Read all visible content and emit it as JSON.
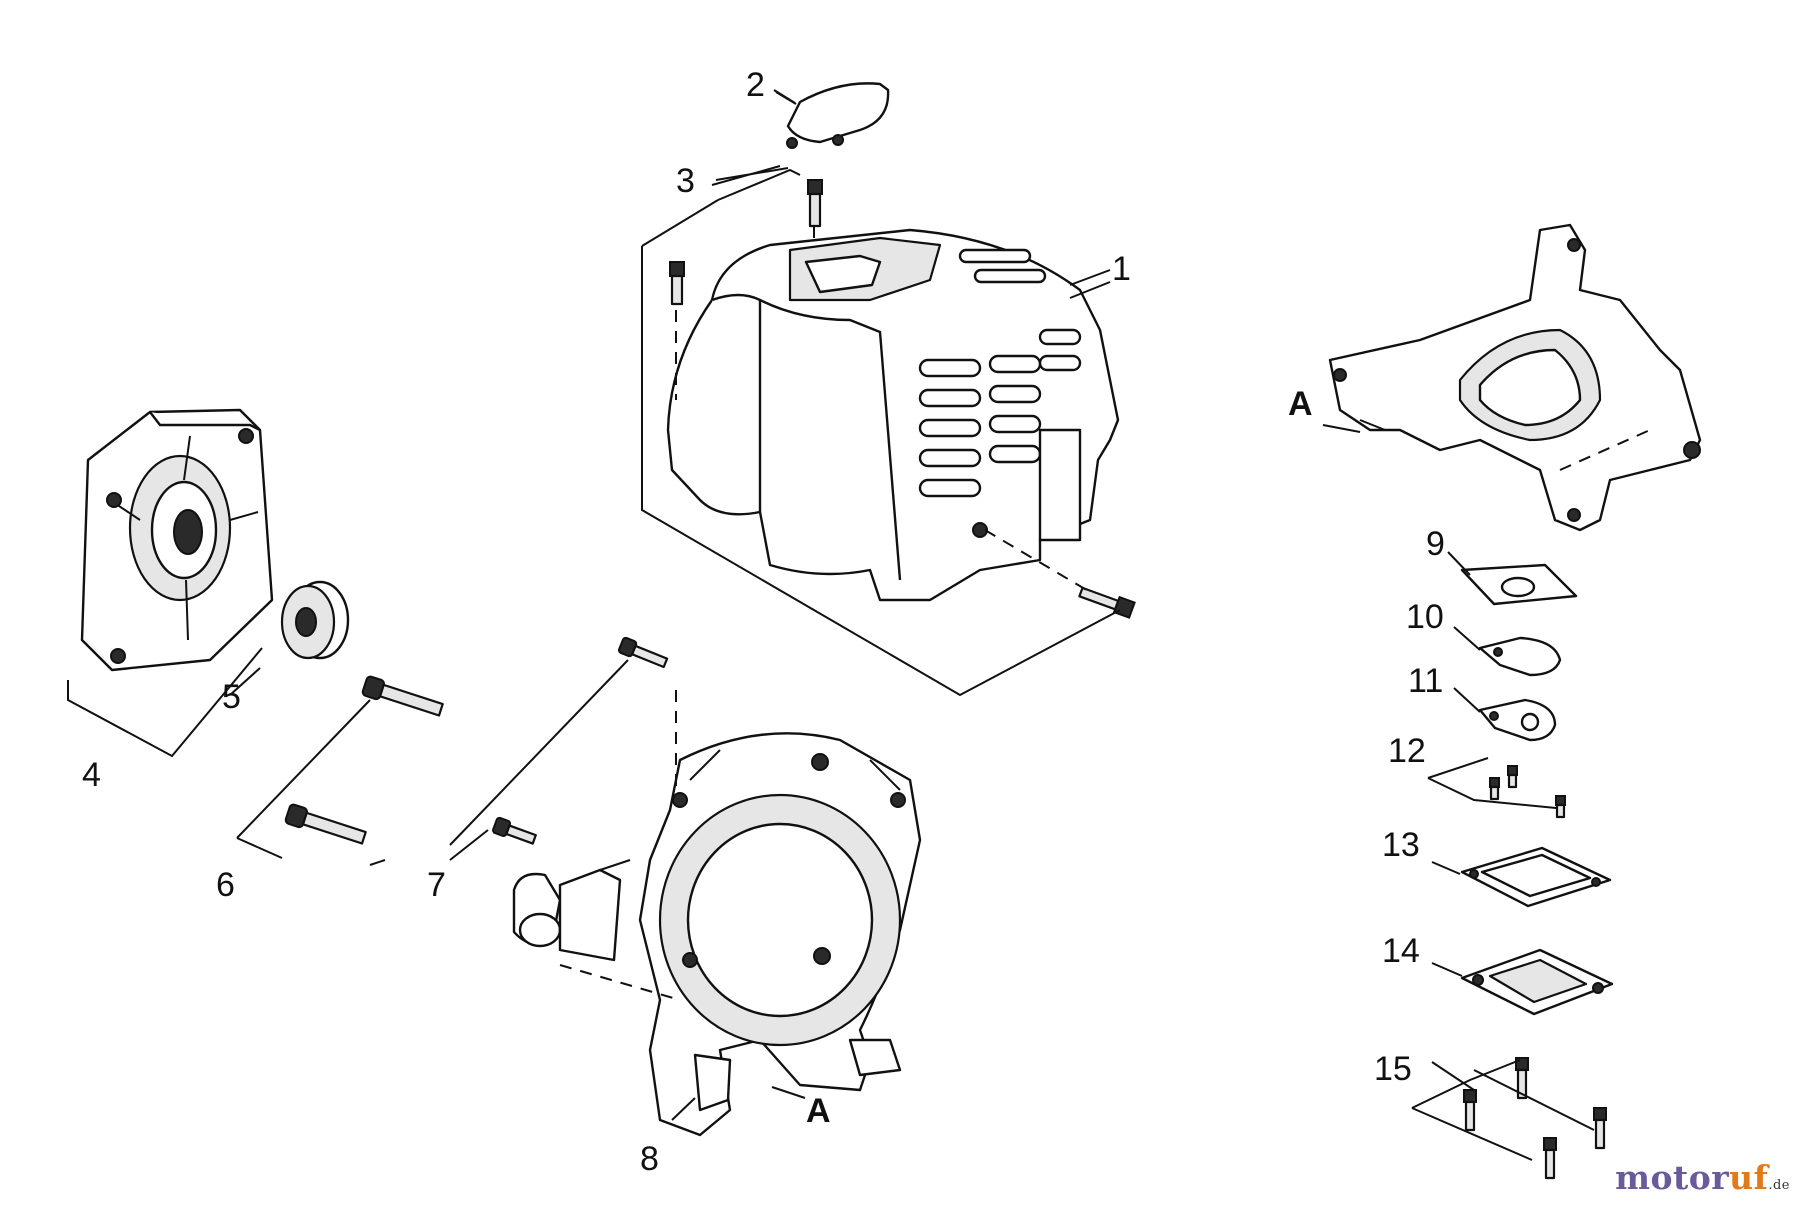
{
  "callouts": [
    {
      "id": "1",
      "text": "1"
    },
    {
      "id": "2",
      "text": "2"
    },
    {
      "id": "3",
      "text": "3"
    },
    {
      "id": "4",
      "text": "4"
    },
    {
      "id": "5",
      "text": "5"
    },
    {
      "id": "6",
      "text": "6"
    },
    {
      "id": "7",
      "text": "7"
    },
    {
      "id": "8",
      "text": "8"
    },
    {
      "id": "9",
      "text": "9"
    },
    {
      "id": "10",
      "text": "10"
    },
    {
      "id": "11",
      "text": "11"
    },
    {
      "id": "12",
      "text": "12"
    },
    {
      "id": "13",
      "text": "13"
    },
    {
      "id": "14",
      "text": "14"
    },
    {
      "id": "15",
      "text": "15"
    }
  ],
  "ref_marks": {
    "crankcase": "A",
    "fan_housing": "A"
  },
  "watermark": {
    "part1": "motor",
    "part2": "uf",
    "tld": ".de"
  }
}
